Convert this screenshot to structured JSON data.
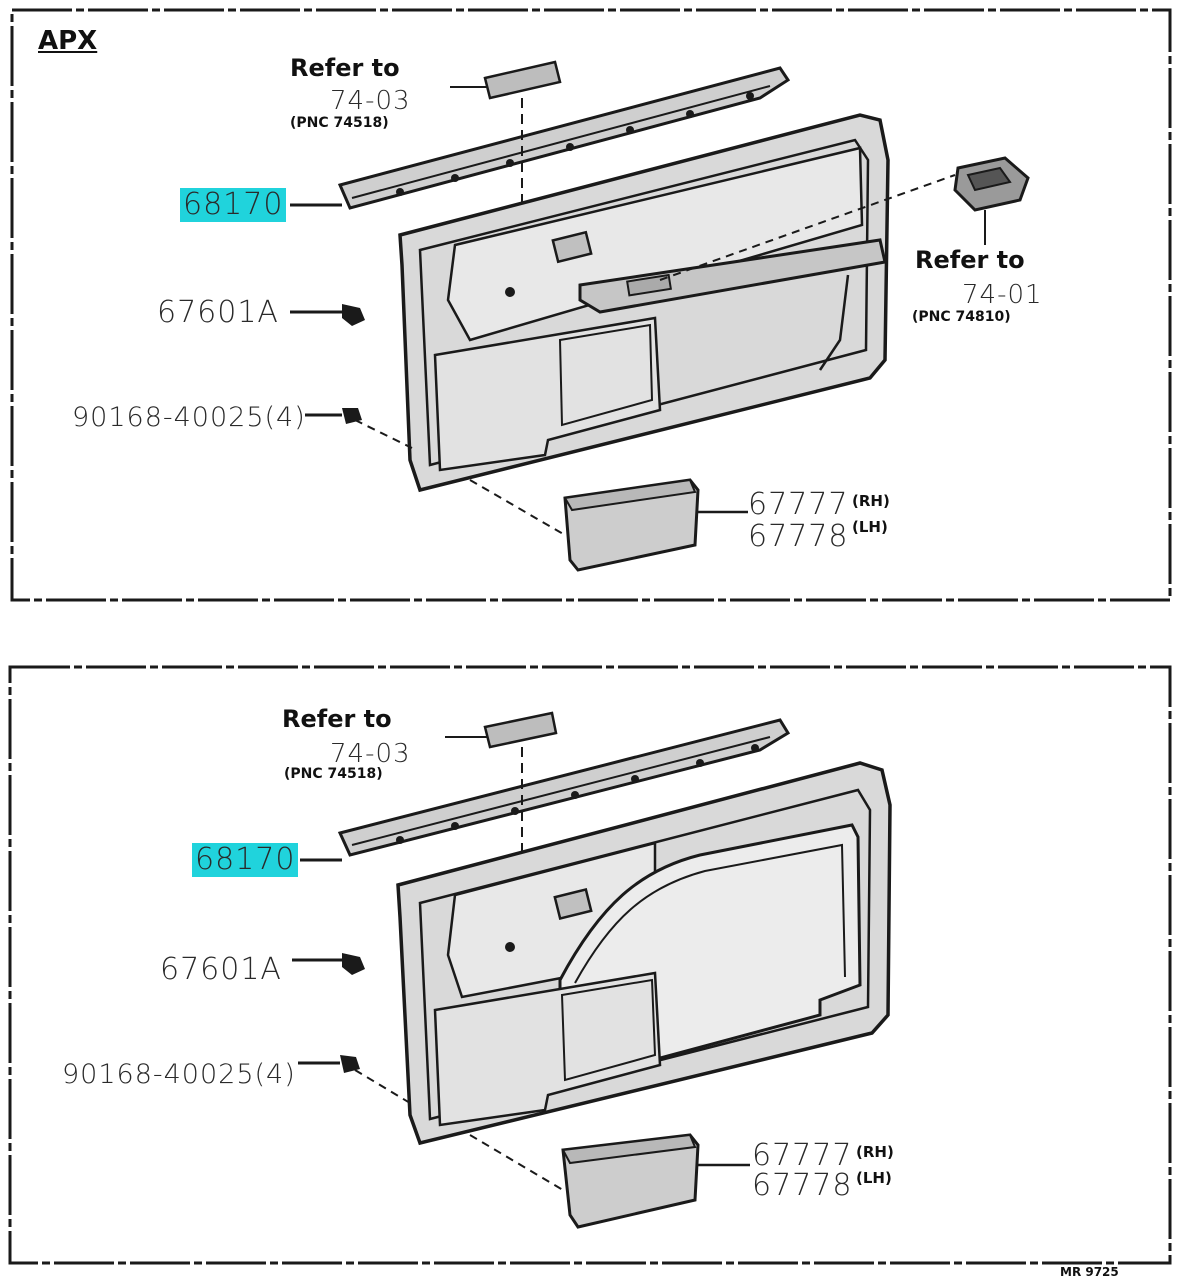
{
  "panel_top": {
    "region_label": "APX",
    "refer_top": {
      "title": "Refer to",
      "ref": "74-03",
      "pnc": "(PNC 74518)"
    },
    "refer_right": {
      "title": "Refer to",
      "ref": "74-01",
      "pnc": "(PNC 74810)"
    },
    "parts": {
      "moulding": "68170",
      "clip": "67601A",
      "screw": "90168-40025(4)",
      "pocket_rh": "67777",
      "pocket_lh": "67778",
      "rh_tag": "(RH)",
      "lh_tag": "(LH)"
    }
  },
  "panel_bottom": {
    "refer_top": {
      "title": "Refer to",
      "ref": "74-03",
      "pnc": "(PNC 74518)"
    },
    "parts": {
      "moulding": "68170",
      "clip": "67601A",
      "screw": "90168-40025(4)",
      "pocket_rh": "67777",
      "pocket_lh": "67778",
      "rh_tag": "(RH)",
      "lh_tag": "(LH)"
    }
  },
  "footer_code": "MR 9725",
  "colors": {
    "highlight": "#20d3dc",
    "ink": "#1a1a1a",
    "panel_fill": "#d8d8d8"
  }
}
